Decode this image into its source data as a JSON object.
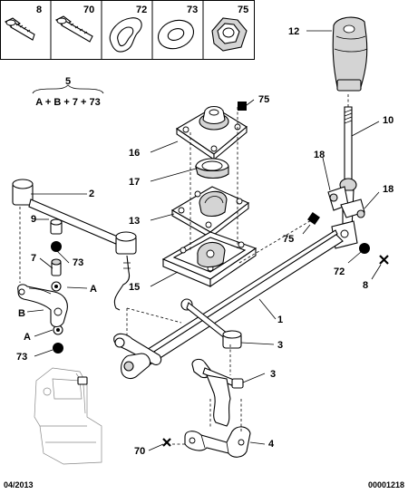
{
  "header_cells": [
    {
      "label": "8",
      "icon": "bolt-icon"
    },
    {
      "label": "70",
      "icon": "long-bolt-icon"
    },
    {
      "label": "72",
      "icon": "kidney-washer-icon"
    },
    {
      "label": "73",
      "icon": "ring-washer-icon"
    },
    {
      "label": "75",
      "icon": "nut-icon"
    }
  ],
  "kit": {
    "number": "5",
    "formula": "A + B + 7 + 73"
  },
  "callouts": {
    "c75_top": "75",
    "c16": "16",
    "c17": "17",
    "c13": "13",
    "c15": "15",
    "c75_mid": "75",
    "c12": "12",
    "c10": "10",
    "c18_left": "18",
    "c18_right": "18",
    "c72": "72",
    "c8": "8",
    "c2": "2",
    "c9": "9",
    "c73_a": "73",
    "c7": "7",
    "cA_a": "A",
    "cB": "B",
    "cA_b": "A",
    "c73_b": "73",
    "c1": "1",
    "c3_a": "3",
    "c3_b": "3",
    "c4": "4",
    "c70": "70"
  },
  "footer": {
    "date": "04/2013",
    "ref": "00001218"
  }
}
